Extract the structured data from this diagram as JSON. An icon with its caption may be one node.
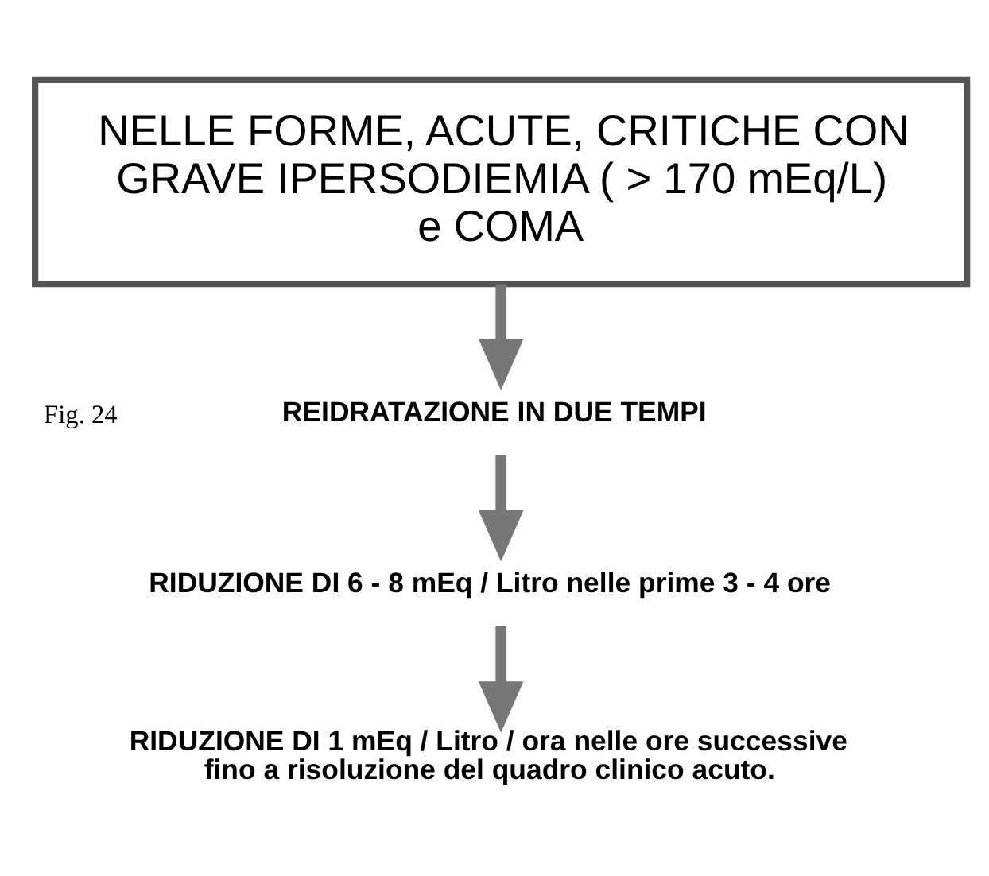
{
  "diagram": {
    "nodes": [
      {
        "text": [
          "NELLE FORME, ACUTE, CRITICHE CON GRAVE IPERSODIEMIA ( > 170 mEq/L) e COMA"
        ]
      },
      {
        "text": [
          "REIDRATAZIONE IN DUE TEMPI"
        ]
      },
      {
        "text": [
          "RIDUZIONE DI 6 - 8 mEq / Litro nelle prime 3 - 4 ore"
        ]
      },
      {
        "text": [
          "RIDUZIONE DI 1 mEq / Litro / ora nelle ore successive fino a risoluzione del quadro clinico acuto."
        ]
      }
    ],
    "edges": [
      {
        "from": 0,
        "to": 1,
        "arrow": "to"
      },
      {
        "from": 1,
        "to": 2,
        "arrow": "to"
      },
      {
        "from": 2,
        "to": 3,
        "arrow": "to"
      }
    ],
    "labels": [
      "Fig. 24"
    ]
  }
}
